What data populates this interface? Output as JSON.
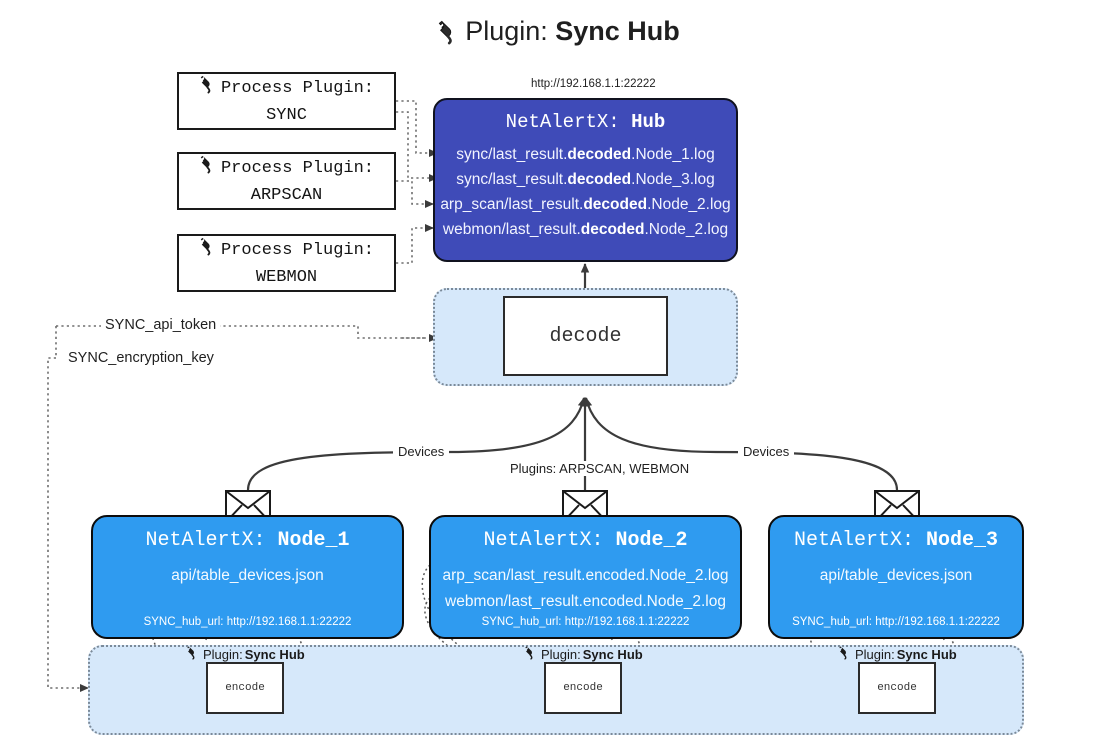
{
  "title": {
    "icon": "plug-icon",
    "prefix": "Plugin: ",
    "name": "Sync Hub"
  },
  "hub": {
    "url": "http://192.168.1.1:22222",
    "title_prefix": "NetAlertX: ",
    "title_name": "Hub",
    "log_lines": [
      {
        "pre": "sync/last_result.",
        "em": "decoded",
        "post": ".Node_1.log"
      },
      {
        "pre": "sync/last_result.",
        "em": "decoded",
        "post": ".Node_3.log"
      },
      {
        "pre": "arp_scan/last_result.",
        "em": "decoded",
        "post": ".Node_2.log"
      },
      {
        "pre": "webmon/last_result.",
        "em": "decoded",
        "post": ".Node_2.log"
      }
    ]
  },
  "process_plugins": [
    {
      "icon": "plug-icon",
      "label": "Process Plugin:",
      "name": "SYNC"
    },
    {
      "icon": "plug-icon",
      "label": "Process Plugin:",
      "name": "ARPSCAN"
    },
    {
      "icon": "plug-icon",
      "label": "Process Plugin:",
      "name": "WEBMON"
    }
  ],
  "decode": {
    "label": "decode"
  },
  "settings_paths": [
    {
      "label": "SYNC_api_token"
    },
    {
      "label": "SYNC_encryption_key"
    }
  ],
  "edge_labels": {
    "devices_left": "Devices",
    "plugins_center": "Plugins: ARPSCAN, WEBMON",
    "devices_right": "Devices"
  },
  "nodes": [
    {
      "title_prefix": "NetAlertX: ",
      "title_name": "Node_1",
      "lines": [
        "api/table_devices.json"
      ],
      "footer": "SYNC_hub_url: http://192.168.1.1:22222",
      "icon": "envelope-icon"
    },
    {
      "title_prefix": "NetAlertX: ",
      "title_name": "Node_2",
      "lines": [
        "arp_scan/last_result.encoded.Node_2.log",
        "webmon/last_result.encoded.Node_2.log"
      ],
      "footer": "SYNC_hub_url: http://192.168.1.1:22222",
      "icon": "envelope-icon"
    },
    {
      "title_prefix": "NetAlertX: ",
      "title_name": "Node_3",
      "lines": [
        "api/table_devices.json"
      ],
      "footer": "SYNC_hub_url: http://192.168.1.1:22222",
      "icon": "envelope-icon"
    }
  ],
  "encoders": [
    {
      "caption_prefix": "Plugin: ",
      "caption_name": "Sync Hub",
      "label": "encode",
      "icon": "plug-icon"
    },
    {
      "caption_prefix": "Plugin: ",
      "caption_name": "Sync Hub",
      "label": "encode",
      "icon": "plug-icon"
    },
    {
      "caption_prefix": "Plugin: ",
      "caption_name": "Sync Hub",
      "label": "encode",
      "icon": "plug-icon"
    }
  ],
  "colors": {
    "hub_fill": "#3f4bb8",
    "node_fill": "#2f9bf0",
    "lane_fill": "#d6e8fa",
    "stroke": "#3b3b3b",
    "text": "#1f1f1f"
  }
}
